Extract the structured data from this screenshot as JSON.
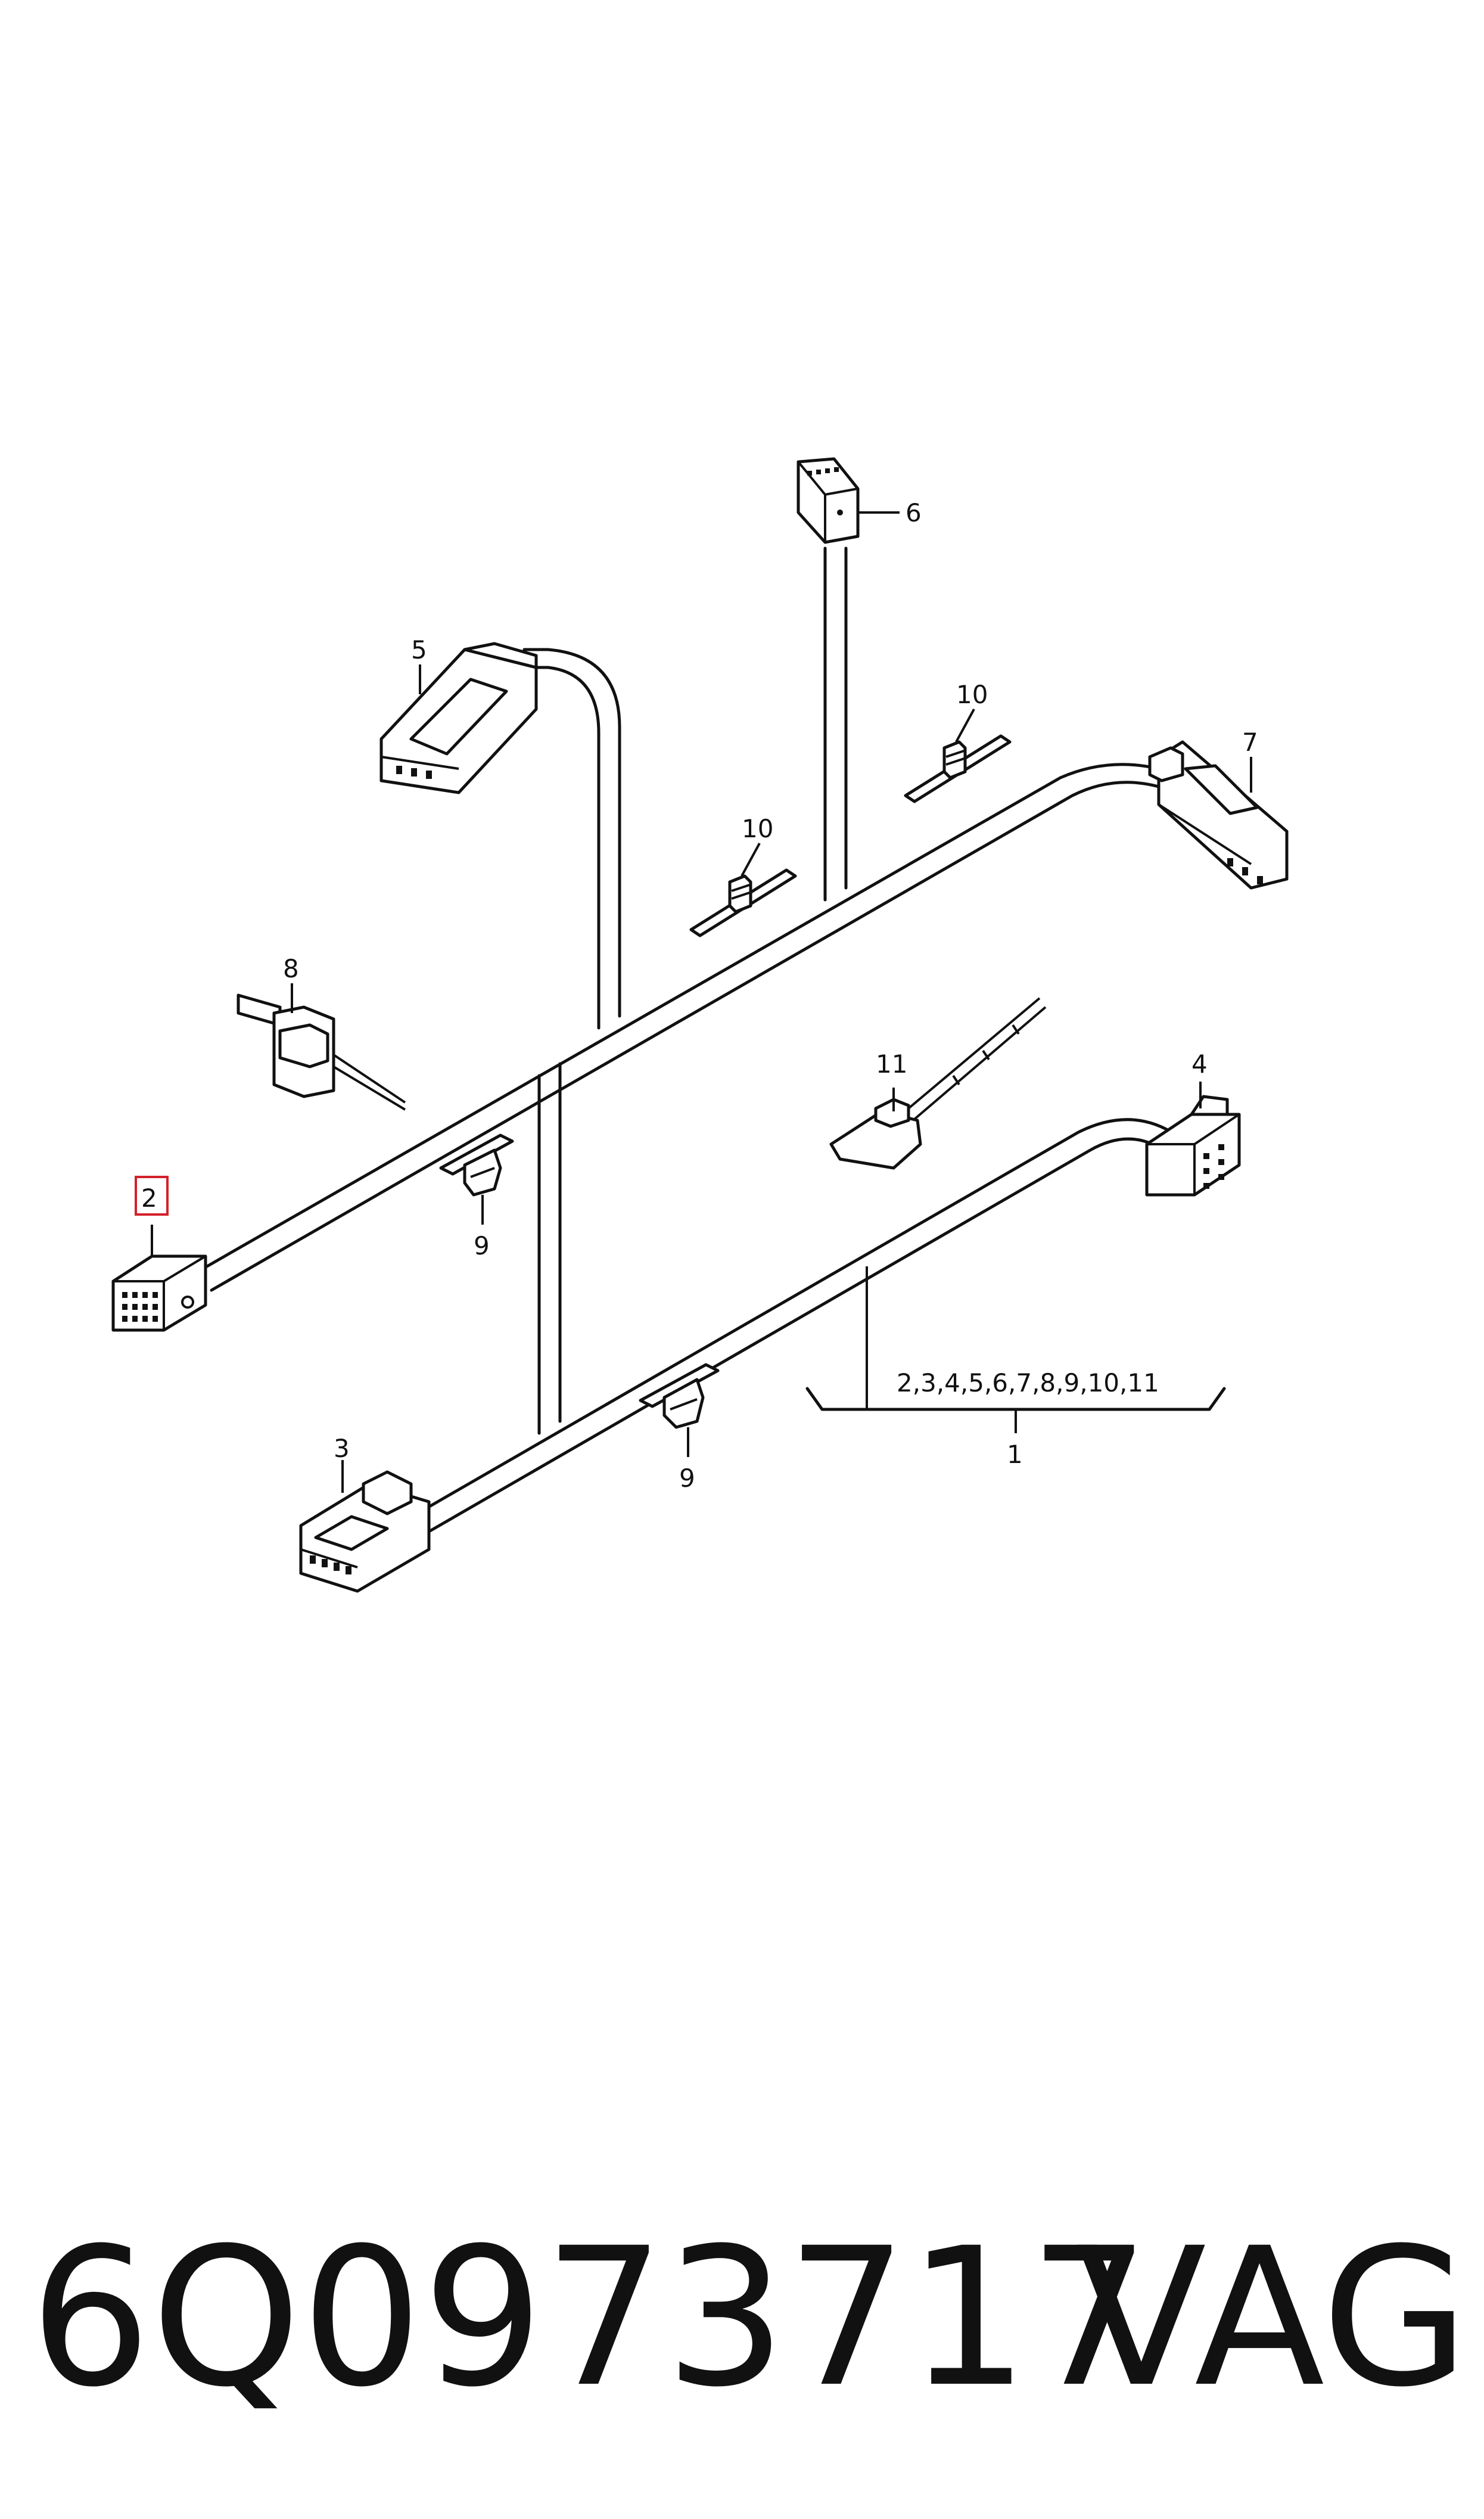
{
  "callouts": {
    "c1": "1",
    "c2": "2",
    "c3": "3",
    "c4": "4",
    "c5": "5",
    "c6": "6",
    "c7": "7",
    "c8": "8",
    "c9a": "9",
    "c9b": "9",
    "c10a": "10",
    "c10b": "10",
    "c11": "11",
    "assembly_contents": "2,3,4,5,6,7,8,9,10,11"
  },
  "highlighted_callout": "2",
  "footer": {
    "part_number": "6Q0973717",
    "brand": "VAG"
  },
  "colors": {
    "line": "#111111",
    "highlight": "#d4202a",
    "background": "#ffffff"
  }
}
